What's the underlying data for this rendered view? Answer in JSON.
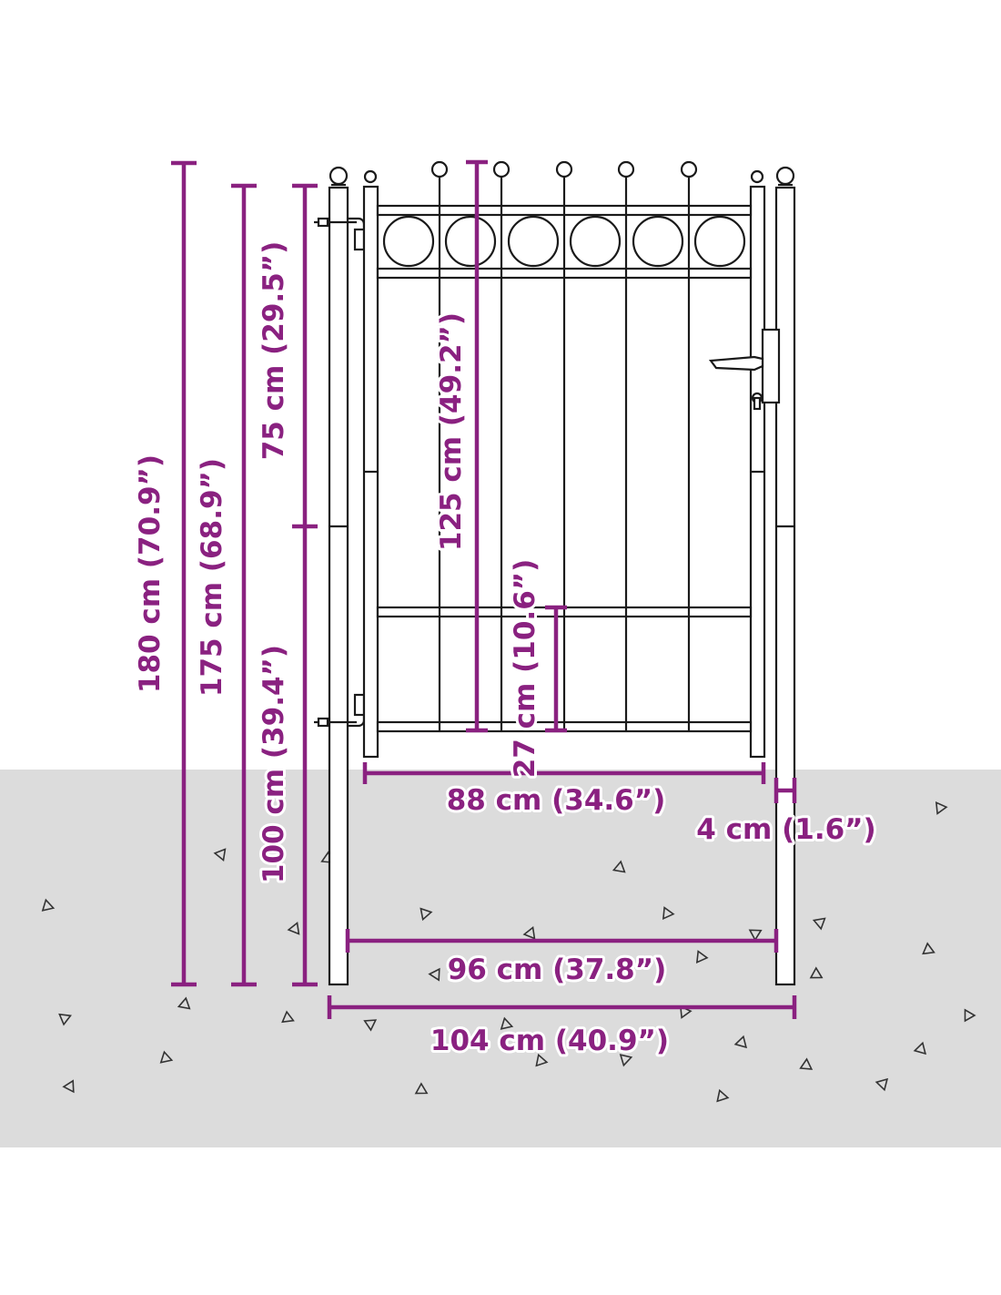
{
  "diagram": {
    "colors": {
      "dimension": "#8a2180",
      "ground": "#dcdcdc",
      "outline": "#1a1a1a",
      "background": "#ffffff"
    },
    "dimensions": {
      "total_height": "180 cm (70.9”)",
      "post_height": "175 cm (68.9”)",
      "post_upper": "75 cm (29.5”)",
      "post_lower": "100 cm (39.4”)",
      "gate_height": "125 cm (49.2”)",
      "bottom_panel": "27 cm (10.6”)",
      "gate_width": "88 cm (34.6”)",
      "post_width": "4 cm (1.6”)",
      "inner_width": "96 cm (37.8”)",
      "outer_width": "104 cm (40.9”)"
    }
  }
}
